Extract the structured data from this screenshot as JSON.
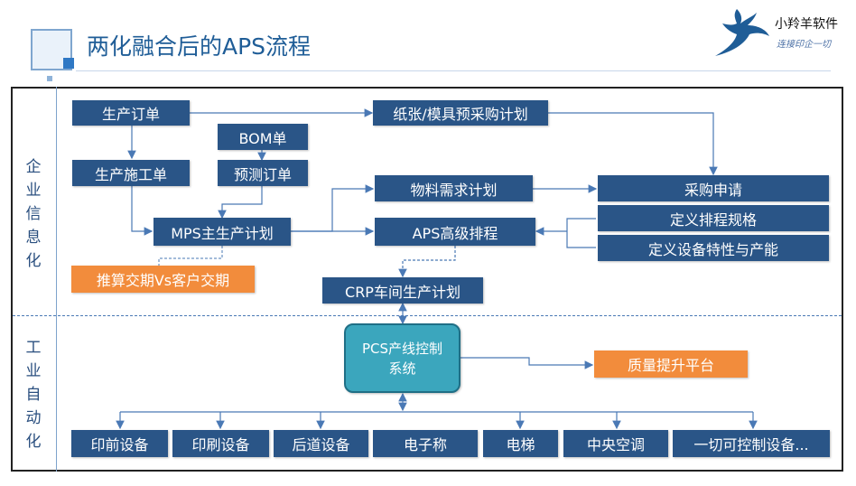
{
  "title": "两化融合后的APS流程",
  "logo": {
    "name": "小羚羊软件",
    "slogan": "连接印企一切"
  },
  "sections": {
    "top_label": [
      "企",
      "业",
      "信",
      "息",
      "化"
    ],
    "bottom_label": [
      "工",
      "业",
      "自",
      "动",
      "化"
    ]
  },
  "nodes": {
    "order": "生产订单",
    "paper_mold": "纸张/模具预采购计划",
    "bom": "BOM单",
    "work_order": "生产施工单",
    "forecast": "预测订单",
    "material_plan": "物料需求计划",
    "purchase_request": "采购申请",
    "schedule_rule": "定义排程规格",
    "device_capability": "定义设备特性与产能",
    "mps": "MPS主生产计划",
    "aps": "APS高级排程",
    "delivery_calc": "推算交期Vs客户交期",
    "crp": "CRP车间生产计划",
    "pcs_line1": "PCS产线控制",
    "pcs_line2": "系统",
    "quality": "质量提升平台",
    "prepress": "印前设备",
    "press": "印刷设备",
    "postpress": "后道设备",
    "scale": "电子称",
    "elevator": "电梯",
    "ac": "中央空调",
    "all_devices": "一切可控制设备..."
  },
  "colors": {
    "box": "#2a5587",
    "orange": "#f28c3c",
    "pcs": "#3ba6bd",
    "line": "#4a79b5"
  }
}
